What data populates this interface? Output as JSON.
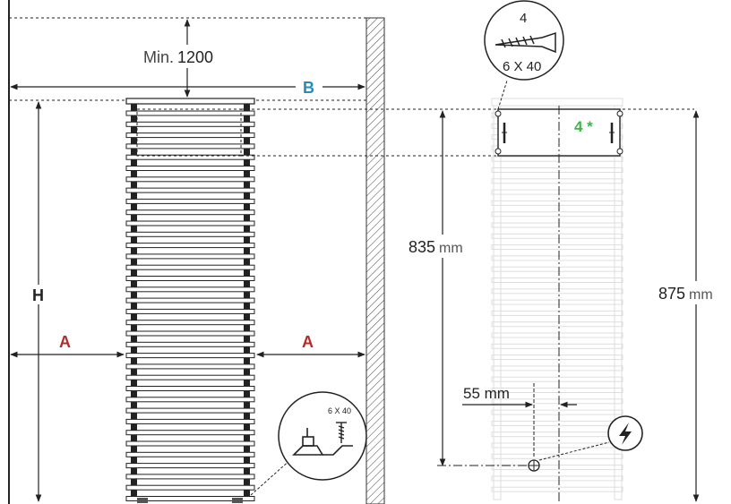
{
  "labels": {
    "min_prefix": "Min.",
    "min_value": "1200",
    "b": "B",
    "h": "H",
    "a_left": "A",
    "a_right": "A",
    "dim_835_value": "835",
    "dim_835_unit": "mm",
    "dim_875_value": "875",
    "dim_875_unit": "mm",
    "dim_55": "55 mm",
    "bracket_count": "4 *"
  },
  "screw_callout_top": {
    "count": "4",
    "size": "6 X 40"
  },
  "foot_callout": {
    "size": "6 X 40"
  },
  "colors": {
    "line": "#222222",
    "label_blue": "#2a8ab8",
    "label_red": "#b52b2b",
    "label_green": "#3db54a",
    "ghost": "#d8d8d8",
    "wall_hatch": "#444444"
  },
  "icons": [
    "screw-icon",
    "lightning-icon",
    "leveling-foot-icon"
  ]
}
